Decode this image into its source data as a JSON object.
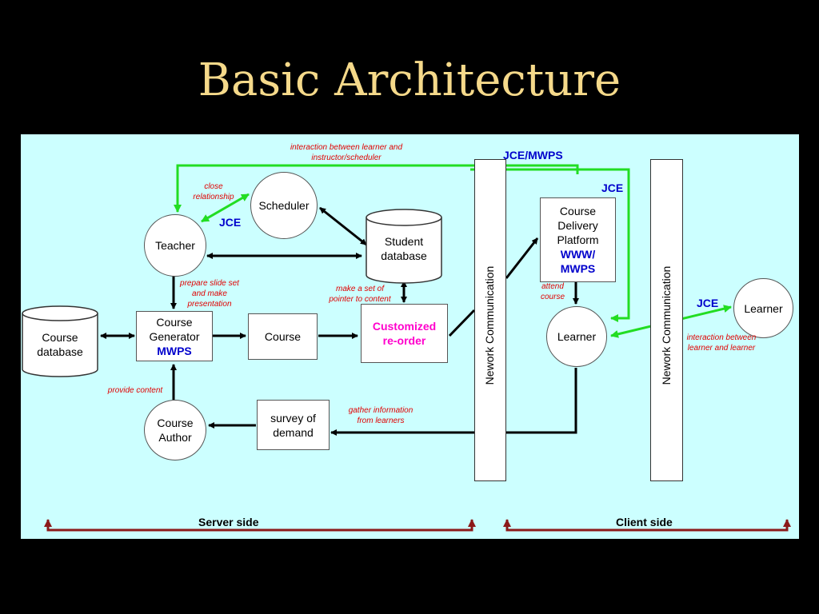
{
  "title": "Basic Architecture",
  "nodes": {
    "teacher": "Teacher",
    "scheduler": "Scheduler",
    "student_db": [
      "Student",
      "database"
    ],
    "course_db": [
      "Course",
      "database"
    ],
    "course_generator": [
      "Course",
      "Generator",
      "MWPS"
    ],
    "course": "Course",
    "customized": [
      "Customized",
      "re-order"
    ],
    "course_author": [
      "Course",
      "Author"
    ],
    "survey": [
      "survey of",
      "demand"
    ],
    "course_delivery": [
      "Course",
      "Delivery",
      "Platform",
      "WWW/",
      "MWPS"
    ],
    "learner_client": "Learner",
    "learner_external": "Learner",
    "network_comm_1": "Nework Communication",
    "network_comm_2": "Nework Communication"
  },
  "annotations": {
    "interaction_instructor": [
      "interaction between learner and",
      "instructor/scheduler"
    ],
    "close_relationship": [
      "close",
      "relationship"
    ],
    "prepare_slides": [
      "prepare slide set",
      "and make",
      "presentation"
    ],
    "make_pointer": [
      "make a set of",
      "pointer to content"
    ],
    "attend_course": [
      "attend",
      "course"
    ],
    "provide_content": "provide content",
    "gather_info": [
      "gather information",
      "from learners"
    ],
    "interaction_learners": [
      "interaction between",
      "learner and learner"
    ]
  },
  "protocol_labels": {
    "jce_mwps": "JCE/MWPS",
    "jce_top": "JCE",
    "jce_scheduler": "JCE",
    "jce_learner": "JCE"
  },
  "sides": {
    "server": "Server side",
    "client": "Client side"
  },
  "colors": {
    "background": "#000000",
    "panel": "#ccffff",
    "title": "#f5d98a",
    "annotation": "#e00000",
    "protocol": "#0000cc",
    "highlight": "#ff00cc",
    "green_link": "#22dd22",
    "side_bracket": "#8b1a1a"
  }
}
